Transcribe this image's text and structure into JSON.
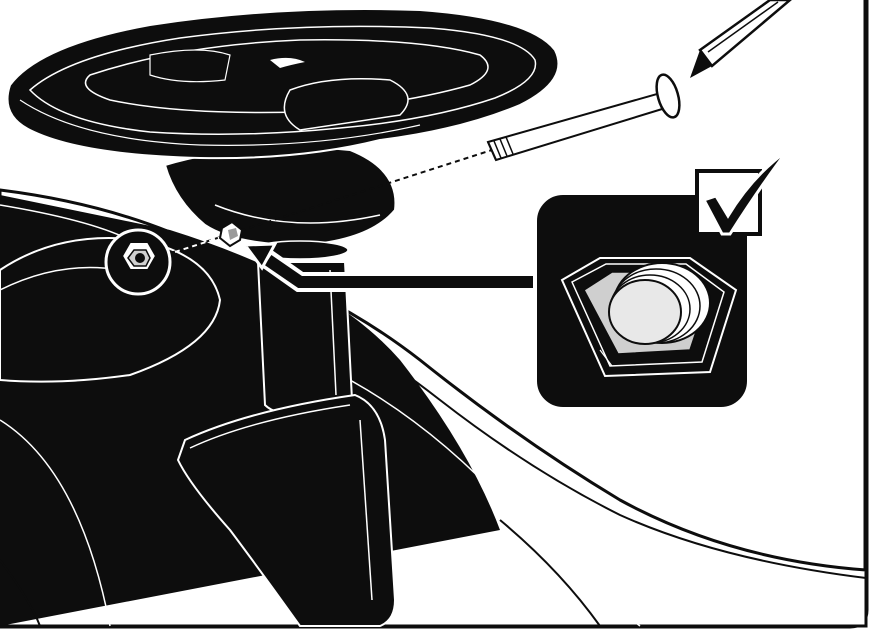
{
  "figure": {
    "parts": [
      {
        "name": "steering-wheel-assembly"
      },
      {
        "name": "steering-column"
      },
      {
        "name": "ride-on-car-body"
      },
      {
        "name": "bolt"
      },
      {
        "name": "screwdriver"
      },
      {
        "name": "lock-nut"
      },
      {
        "name": "dashed-alignment-line"
      },
      {
        "name": "pointer-arrow"
      },
      {
        "name": "detail-inset-nut-closeup"
      },
      {
        "name": "checkmark-box"
      }
    ],
    "icons": [
      "check-mark-icon",
      "hex-nut-icon",
      "screwdriver-icon",
      "bolt-icon",
      "arrow-icon"
    ],
    "colors": {
      "ink": "#0d0d0d",
      "paper": "#ffffff",
      "nut_face": "#e8e8e8",
      "nut_shade": "#c8c8c8"
    }
  }
}
